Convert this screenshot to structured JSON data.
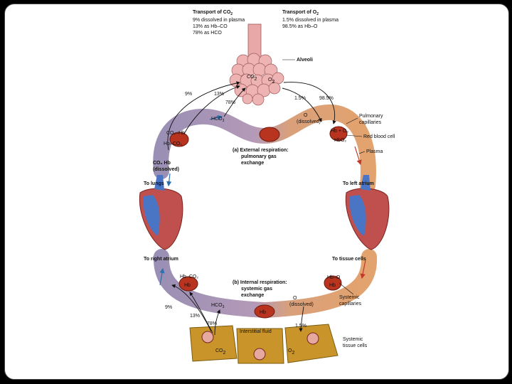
{
  "header": {
    "co2_title": "Transport of CO",
    "co2_title_sub": "2",
    "co2_lines": [
      "9% dissolved in plasma",
      "13% as Hb–CO",
      "78% as HCO"
    ],
    "o2_title": "Transport of O",
    "o2_title_sub": "2",
    "o2_lines": [
      "1.5% dissolved in plasma",
      "98.5% as Hb–O"
    ]
  },
  "labels": {
    "alveoli": "Alveoli",
    "co2": "CO",
    "o2": "O",
    "sub2": "2",
    "pct_9": "9%",
    "pct_13": "13%",
    "pct_78": "78%",
    "pct_1_5": "1.5%",
    "pct_98_5": "98.5%",
    "hco3": "HCO",
    "hco3_sup": "3",
    "o2_dissolved_1": "O",
    "o2_dissolved_2": "(dissolved)",
    "co2_hb": "CO₂–Hb",
    "hb_co2": "Hb–CO₂",
    "co2_diss": "CO₂ Hb",
    "co2_diss2": "(dissolved)",
    "hb_o2": "Hb + O₂",
    "hbo2": "HbO₂",
    "pulmonary_capillaries_1": "Pulmonary",
    "pulmonary_capillaries_2": "capillaries",
    "red_blood_cell": "Red blood cell",
    "plasma": "Plasma",
    "external_1": "(a) External respiration:",
    "external_2": "pulmonary gas",
    "external_3": "exchange",
    "to_lungs": "To lungs",
    "to_left_atrium": "To left atrium",
    "to_right_atrium": "To right atrium",
    "to_tissue_cells": "To tissue cells",
    "internal_1": "(b) Internal respiration:",
    "internal_2": "systemic gas",
    "internal_3": "exchange",
    "hb": "Hb",
    "hbo": "Hb–O",
    "hbco2": "Hb–CO₂",
    "systemic_capillaries_1": "Systemic",
    "systemic_capillaries_2": "capillaries",
    "interstitial_fluid": "Interstitial fluid",
    "systemic_tissue_1": "Systemic",
    "systemic_tissue_2": "tissue cells"
  },
  "colors": {
    "deoxy": "#9a8fb4",
    "oxy": "#e0a070",
    "rbc": "#b8341f",
    "tissue": "#c9952a",
    "alveoli": "#e8a8a8"
  }
}
